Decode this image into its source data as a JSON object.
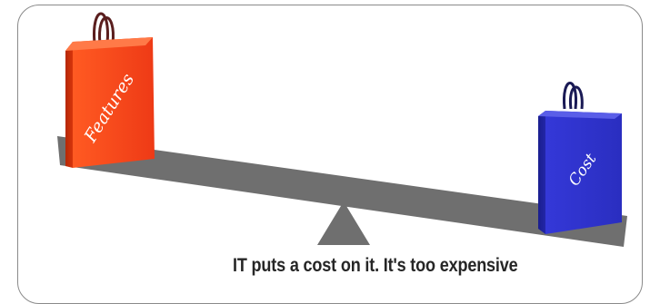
{
  "left_bag": {
    "label": "Features",
    "color": "#ee3a16"
  },
  "right_bag": {
    "label": "Cost",
    "color": "#2a2ec8"
  },
  "beam": {
    "color": "#6f6f6f"
  },
  "caption": "IT puts a cost on it.  It's too expensive"
}
